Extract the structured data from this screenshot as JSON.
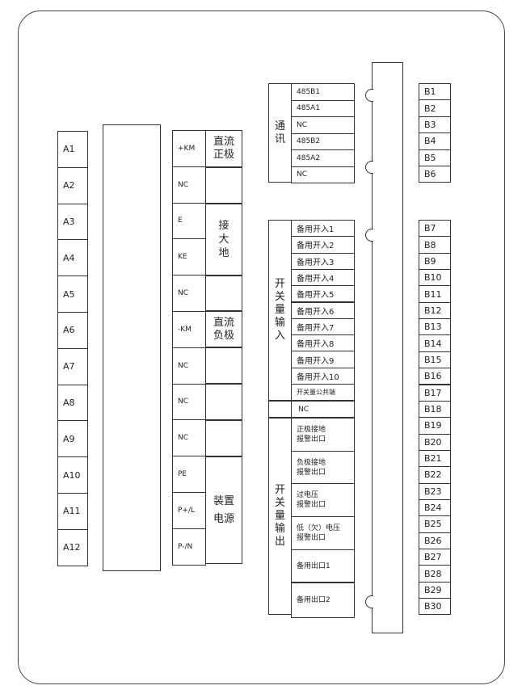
{
  "a_terminals": [
    "A1",
    "A2",
    "A3",
    "A4",
    "A5",
    "A6",
    "A7",
    "A8",
    "A9",
    "A10",
    "A11",
    "A12"
  ],
  "power_terminals": [
    "+KM",
    "NC",
    "E",
    "KE",
    "NC",
    "-KM",
    "NC",
    "NC",
    "NC",
    "PE",
    "P+/L",
    "P-/N"
  ],
  "power_groups": {
    "dc_positive": "直流\n正极",
    "grounding": "接\n大\n地",
    "dc_negative": "直流\n负极",
    "device_power": "装置\n电源"
  },
  "comm": {
    "group_label": "通\n讯",
    "items": [
      "485B1",
      "485A1",
      "NC",
      "485B2",
      "485A2",
      "NC"
    ]
  },
  "switch_input": {
    "group_label": "开\n关\n量\n输\n入",
    "items": [
      "备用开入1",
      "备用开入2",
      "备用开入3",
      "备用开入4",
      "备用开入5",
      "备用开入6",
      "备用开入7",
      "备用开入8",
      "备用开入9",
      "备用开入10",
      "开关量公共端"
    ]
  },
  "nc_row": "NC",
  "switch_output": {
    "group_label": "开\n关\n量\n输\n出",
    "items": [
      "正极接地\n报警出口",
      "负极接地\n报警出口",
      "过电压\n报警出口",
      "低（欠）电压\n报警出口",
      "备用出口1",
      "备用出口2"
    ]
  },
  "b_terminals_top": [
    "B1",
    "B2",
    "B3",
    "B4",
    "B5",
    "B6"
  ],
  "b_terminals_bottom": [
    "B7",
    "B8",
    "B9",
    "B10",
    "B11",
    "B12",
    "B13",
    "B14",
    "B15",
    "B16",
    "B17",
    "B18",
    "B19",
    "B20",
    "B21",
    "B22",
    "B23",
    "B24",
    "B25",
    "B26",
    "B27",
    "B28",
    "B29",
    "B30"
  ]
}
